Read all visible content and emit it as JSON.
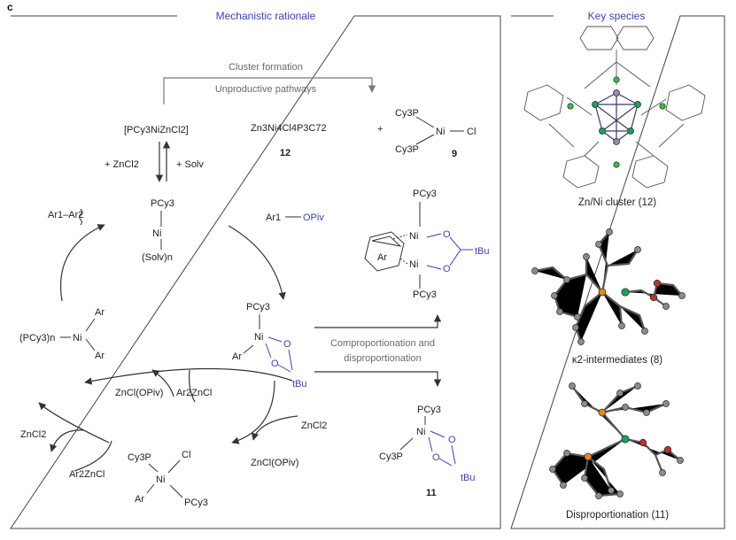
{
  "panel_label": "c",
  "headers": {
    "left": "Mechanistic rationale",
    "right": "Key species"
  },
  "top_arrows": {
    "cluster_formation": "Cluster formation",
    "unproductive_pathways": "Unproductive pathways"
  },
  "species": {
    "pcy3_nizncl2": "[PCy3NiZnCl2]",
    "cluster_formula": "Zn3Ni4Cl4P3C72",
    "cluster_number": "12",
    "plus": "+",
    "cpd9_number": "9",
    "cpd9_cy3p_top": "Cy3P",
    "cpd9_cy3p_bottom": "Cy3P",
    "cpd9_ni": "Ni",
    "cpd9_cl": "Cl",
    "ni0_pcy3": "PCy3",
    "ni0": "Ni",
    "ni0_solv": "(Solv)n",
    "biaryl": "Ar1–Ar2",
    "ar1_opiv_ar": "Ar1",
    "ar1_opiv_opiv": "OPiv",
    "niII_left_pcy3": "(PCy3)n",
    "niII_left_ni": "Ni",
    "niII_left_ar_top": "Ar",
    "niII_left_ar_bottom": "Ar",
    "center_pcy3": "PCy3",
    "center_ni": "Ni",
    "center_ar": "Ar",
    "center_o1": "O",
    "center_o2": "O",
    "center_tbu": "tBu",
    "dimer_pcy3_top": "PCy3",
    "dimer_pcy3_bottom": "PCy3",
    "dimer_ni": "Ni",
    "dimer_ar": "Ar",
    "dimer_o": "O",
    "dimer_tbu": "tBu",
    "bottom_cy3p": "Cy3P",
    "bottom_cl": "Cl",
    "bottom_ni": "Ni",
    "bottom_ar": "Ar",
    "bottom_pcy3": "PCy3",
    "cpd11_pcy3": "PCy3",
    "cpd11_cy3p": "Cy3P",
    "cpd11_ni": "Ni",
    "cpd11_o": "O",
    "cpd11_tbu": "tBu",
    "cpd11_number": "11"
  },
  "reagents": {
    "add_zncl2": "+ ZnCl2",
    "add_solv": "+ Solv",
    "zncl_opiv_1": "ZnCl(OPiv)",
    "ar2zncl_1": "Ar2ZnCl",
    "zncl2_right": "ZnCl2",
    "zncl_opiv_2": "ZnCl(OPiv)",
    "zncl2_left": "ZnCl2",
    "ar2zncl_2": "Ar2ZnCl"
  },
  "pathway_labels": {
    "line1": "Comproportionation and",
    "line2": "disproportionation"
  },
  "captions": {
    "cluster": "Zn/Ni cluster (12)",
    "intermediates": "κ2-intermediates (8)",
    "disproportionation": "Disproportionation (11)"
  },
  "colors": {
    "accent": "#3b3fc7",
    "zn_atom": "#8e8ea8",
    "ni_atom": "#16a35a",
    "cl_atom": "#38c044",
    "p_atom": "#e08a1e",
    "o_atom": "#c0302a",
    "c_atom": "#8c8c8c"
  }
}
